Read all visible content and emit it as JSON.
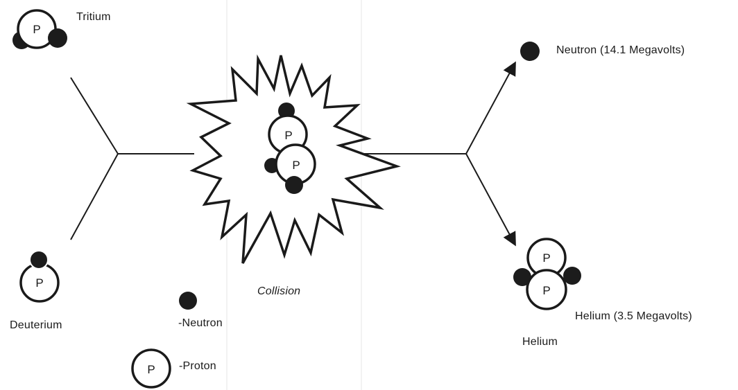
{
  "labels": {
    "tritium": "Tritium",
    "deuterium": "Deuterium",
    "neutron_key": "-Neutron",
    "proton_key": "-Proton",
    "collision": "Collision",
    "neutron_out": "Neutron (14.1 Megavolts)",
    "helium_out": "Helium (3.5 Megavolts)",
    "helium": "Helium"
  },
  "proton_symbol": "P",
  "colors": {
    "ink": "#1a1a1a",
    "neutron": "#1c1c1c",
    "background": "#ffffff"
  }
}
